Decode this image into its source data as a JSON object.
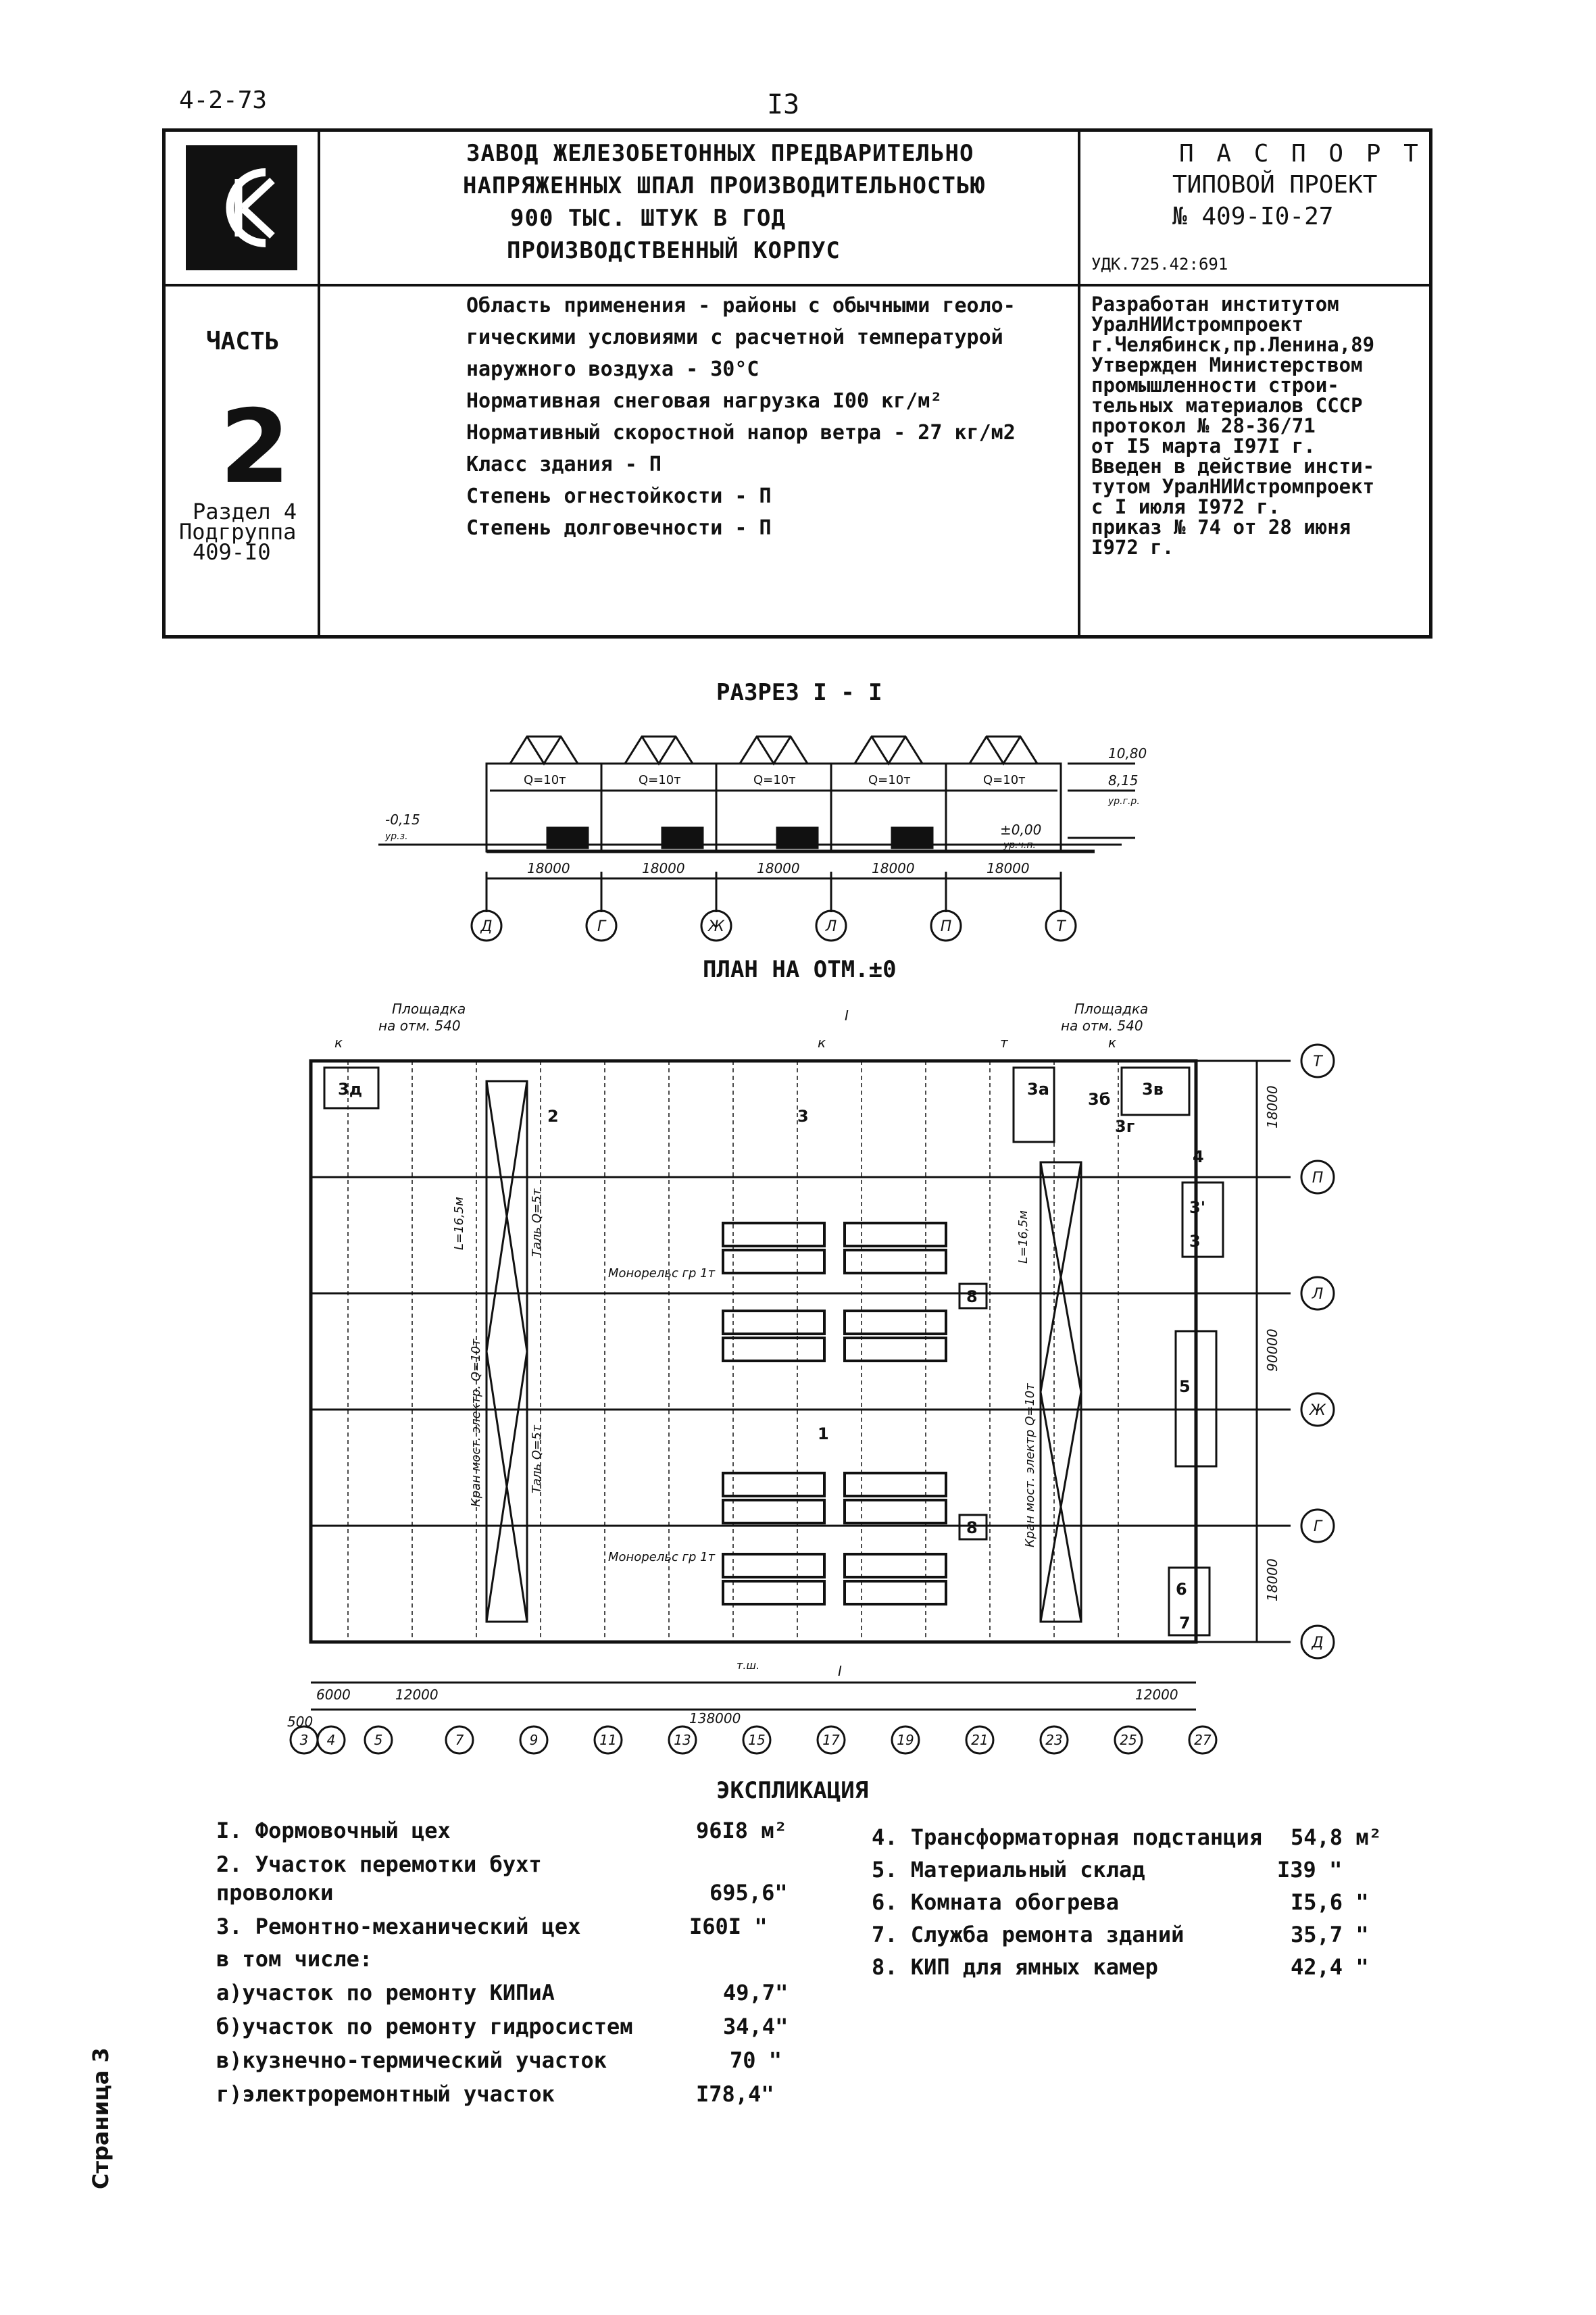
{
  "doc": {
    "top_code": "4-2-73",
    "page_number": "I3"
  },
  "header": {
    "logo_icon": "ck-emblem-icon",
    "title_lines": [
      "ЗАВОД ЖЕЛЕЗОБЕТОННЫХ ПРЕДВАРИТЕЛЬНО",
      "НАПРЯЖЕННЫХ ШПАЛ ПРОИЗВОДИТЕЛЬНОСТЬЮ",
      "900 ТЫС. ШТУК В ГОД",
      "ПРОИЗВОДСТВЕННЫЙ КОРПУС"
    ],
    "passport_lines": [
      "П А С П О Р Т",
      "ТИПОВОЙ ПРОЕКТ",
      "№ 409-I0-27"
    ],
    "udk": "УДК.725.42:691",
    "part_label": "ЧАСТЬ",
    "part_number": "2",
    "section_lines": [
      "Раздел 4",
      "Подгруппа",
      "409-I0"
    ],
    "spec_lines": [
      "Область применения - районы с обычными геоло-",
      "гическими условиями с расчетной температурой",
      "наружного воздуха - 30°С",
      "Нормативная снеговая нагрузка I00 кг/м²",
      "Нормативный скоростной напор ветра - 27 кг/м2",
      "Класс здания - П",
      "Степень огнестойкости - П",
      "Степень долговечности - П"
    ],
    "developer_lines": [
      "Разработан институтом",
      "УралНИИстромпроект",
      "г.Челябинск,пр.Ленина,89",
      "Утвержден Министерством",
      "промышленности строи-",
      "тельных материалов СССР",
      "протокол № 28-36/71",
      "от I5 марта I97I г.",
      "Введен в действие инсти-",
      "тутом УралНИИстромпроект",
      "с I июля I972 г.",
      "приказ № 74 от 28 июня",
      "I972 г."
    ]
  },
  "section": {
    "title": "РАЗРЕЗ I - I",
    "crane_labels": [
      "Q=10т",
      "Q=10т",
      "Q=10т",
      "Q=10т",
      "Q=10т"
    ],
    "elev_top": "10,80",
    "elev_crane": "8,15",
    "elev_crane_note": "ур.г.р.",
    "elev_floor": "±0,00",
    "elev_floor_note": "ур.ч.п.",
    "elev_ground": "-0,15",
    "elev_ground_note": "ур.з.",
    "spans": [
      "18000",
      "18000",
      "18000",
      "18000",
      "18000"
    ],
    "axes": [
      "Д",
      "Г",
      "Ж",
      "Л",
      "П",
      "Т"
    ]
  },
  "plan": {
    "title": "ПЛАН НА ОТМ.±0",
    "platform_left": [
      "Площадка",
      "на отм. 540"
    ],
    "platform_right": [
      "Площадка",
      "на отм. 540"
    ],
    "room_labels": [
      "2",
      "3",
      "1",
      "3а",
      "3б",
      "3в",
      "3г",
      "3д",
      "4",
      "5",
      "6",
      "7",
      "8",
      "8",
      "3'",
      "3"
    ],
    "crane_notes": [
      "L=16,5м",
      "Таль Q=5т",
      "Кран мост. электр. Q=10т",
      "Монорельс гр 1т",
      "L=16,5м",
      "Кран мост. электр Q=10т",
      "Таль Q=5т",
      "Монорельс гр 1т"
    ],
    "right_axes": [
      "Т",
      "П",
      "Л",
      "Ж",
      "Г",
      "Д"
    ],
    "right_dims": [
      "18000",
      "90000",
      "18000"
    ],
    "bottom_axes": [
      "3",
      "4",
      "5",
      "7",
      "9",
      "11",
      "13",
      "15",
      "17",
      "19",
      "21",
      "23",
      "25",
      "27"
    ],
    "dims_bottom": [
      "500",
      "6000",
      "12000",
      "138000",
      "12000"
    ],
    "section_marks": [
      "I",
      "I",
      "к",
      "к",
      "т",
      "к"
    ],
    "tsh_note": "т.ш."
  },
  "explication": {
    "title": "ЭКСПЛИКАЦИЯ",
    "left": [
      {
        "label": "I. Формовочный цех",
        "value": "96I8 м²"
      },
      {
        "label": "2. Участок перемотки бухт",
        "value": ""
      },
      {
        "label": "   проволоки",
        "value": "695,6\""
      },
      {
        "label": "3. Ремонтно-механический цех",
        "value": "I60I  \""
      },
      {
        "label": "   в том числе:",
        "value": ""
      },
      {
        "label": "  а)участок по ремонту КИПиА",
        "value": "49,7\""
      },
      {
        "label": "  б)участок по ремонту гидросистем",
        "value": "34,4\""
      },
      {
        "label": "  в)кузнечно-термический участок",
        "value": "70  \""
      },
      {
        "label": "  г)электроремонтный участок",
        "value": "I78,4\""
      }
    ],
    "right": [
      {
        "label": "4. Трансформаторная подстанция",
        "value": "54,8 м²"
      },
      {
        "label": "5. Материальный склад",
        "value": "I39  \""
      },
      {
        "label": "6. Комната обогрева",
        "value": "I5,6 \""
      },
      {
        "label": "7. Служба ремонта зданий",
        "value": "35,7 \""
      },
      {
        "label": "8. КИП для ямных камер",
        "value": "42,4 \""
      }
    ]
  },
  "side_note": "Страница 3"
}
